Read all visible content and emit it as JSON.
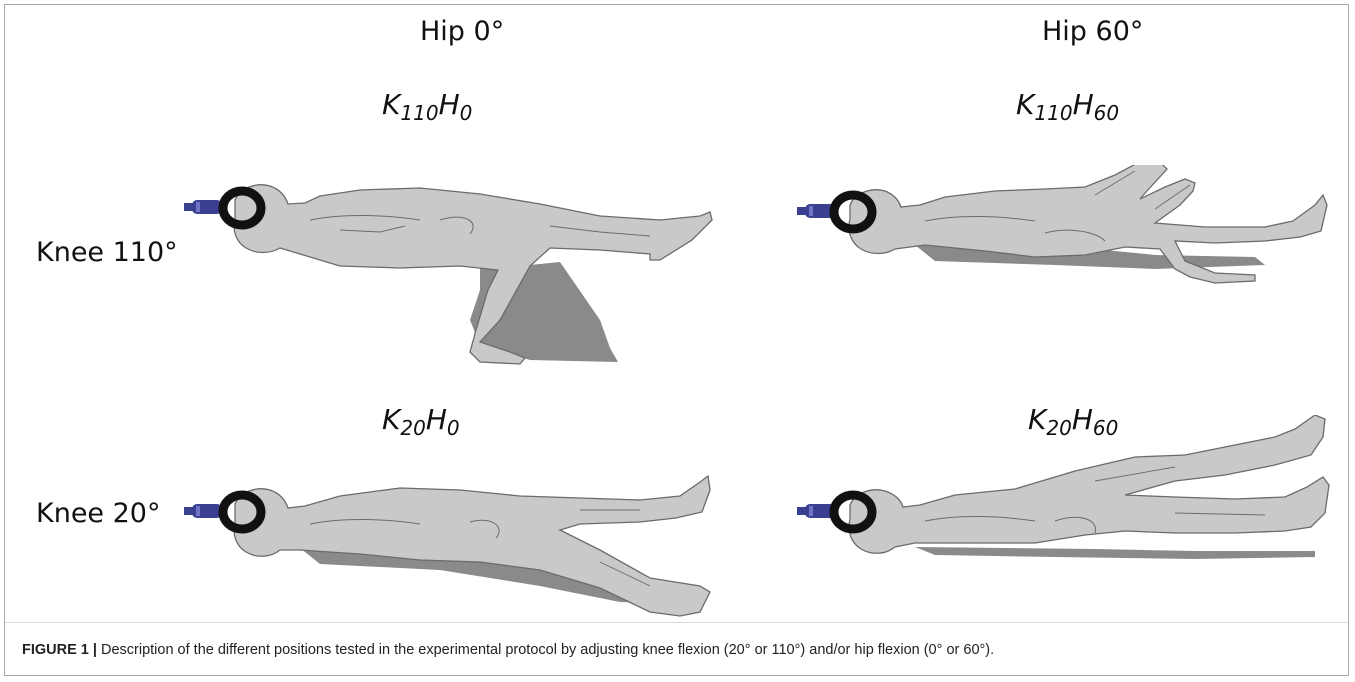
{
  "columns": [
    "Hip 0°",
    "Hip 60°"
  ],
  "rows": [
    "Knee 110°",
    "Knee 20°"
  ],
  "panels": [
    {
      "k": "110",
      "h": "0"
    },
    {
      "k": "110",
      "h": "60"
    },
    {
      "k": "20",
      "h": "0"
    },
    {
      "k": "20",
      "h": "60"
    }
  ],
  "caption": {
    "label": "FIGURE 1",
    "separator": "|",
    "text": "Description of the different positions tested in the experimental protocol by adjusting knee flexion (20° or 110°) and/or hip flexion (0° or 60°)."
  },
  "colors": {
    "body": "#c9c9c9",
    "outline": "#6b6b6b",
    "shadow": "#8a8a8a",
    "mask": "#111111",
    "device": "#3b3f8f"
  }
}
